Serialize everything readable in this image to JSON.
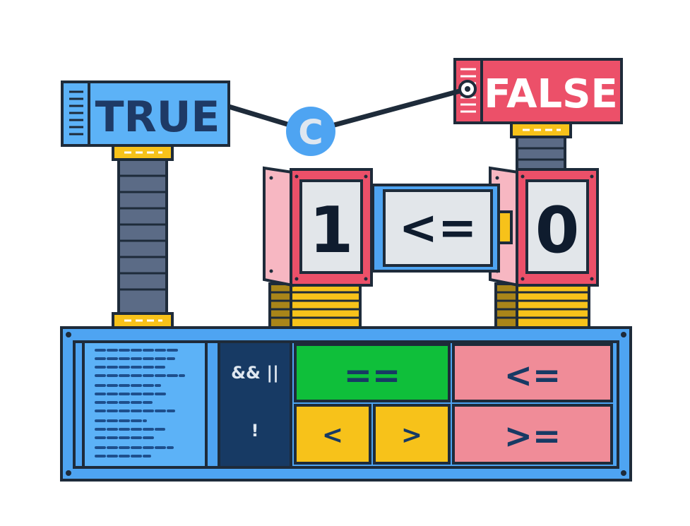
{
  "labels": {
    "true": "TRUE",
    "false": "FALSE",
    "connector": "C",
    "left_operand": "1",
    "operator": "<=",
    "right_operand": "0"
  },
  "panel": {
    "logic_and_or": "&& ||",
    "logic_not": "!",
    "op_equal": "==",
    "op_less_equal": "<=",
    "op_less": "<",
    "op_greater": ">",
    "op_greater_equal": ">="
  },
  "colors": {
    "outline": "#1e2b3a",
    "blue": "#4ea4f2",
    "blue_light": "#5cb2f7",
    "pink": "#ec5069",
    "pink_light": "#f08c98",
    "pink_pale": "#f7b7c2",
    "gray_tile": "#e2e6ea",
    "navy": "#173a64",
    "green": "#0fbf3a",
    "yellow": "#f7c21a",
    "spring": "#5b6b86"
  }
}
